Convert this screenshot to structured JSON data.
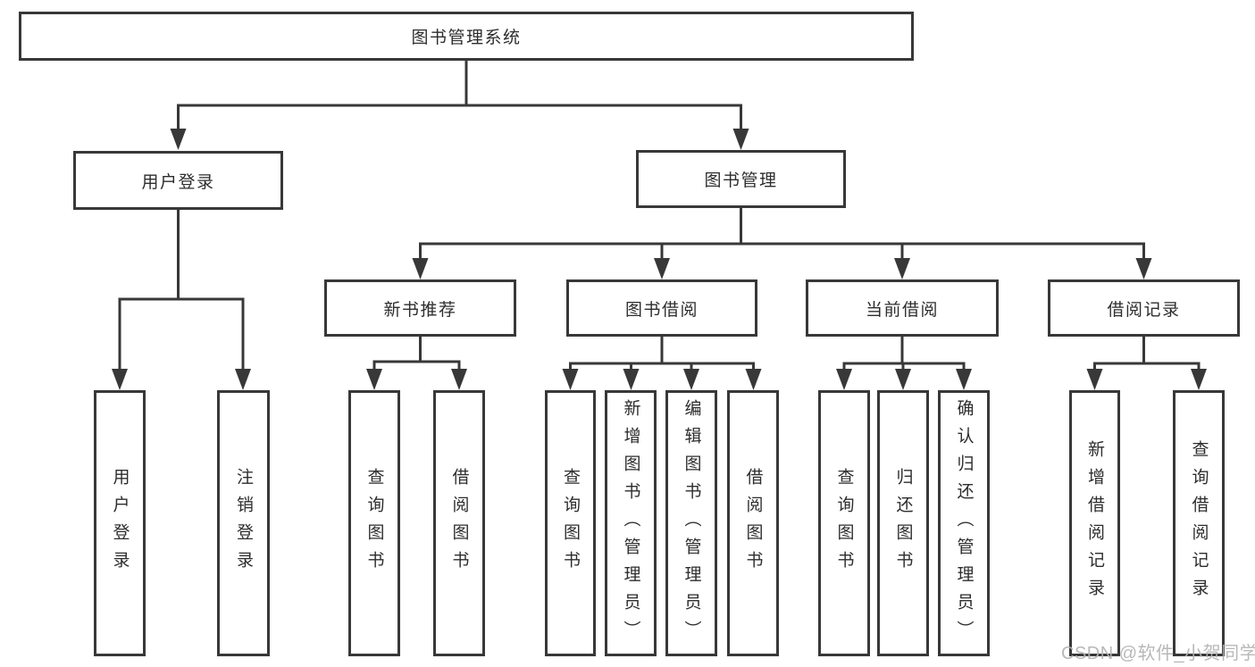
{
  "colors": {
    "line": "#383838",
    "box_border": "#383838",
    "text": "#2d2d2d",
    "background": "#ffffff",
    "watermark": "#b2b2b2"
  },
  "watermark": {
    "text": "CSDN @软件_小贺同学"
  },
  "tree": {
    "root": "图书管理系统",
    "branches": [
      {
        "label": "用户登录",
        "children": [
          "用户登录",
          "注销登录"
        ]
      },
      {
        "label": "图书管理",
        "sections": [
          {
            "label": "新书推荐",
            "children": [
              "查询图书",
              "借阅图书"
            ]
          },
          {
            "label": "图书借阅",
            "children": [
              "查询图书",
              "新增图书（管理员）",
              "编辑图书（管理员）",
              "借阅图书"
            ]
          },
          {
            "label": "当前借阅",
            "children": [
              "查询图书",
              "归还图书",
              "确认归还（管理员）"
            ]
          },
          {
            "label": "借阅记录",
            "children": [
              "新增借阅记录",
              "查询借阅记录"
            ]
          }
        ]
      }
    ]
  }
}
